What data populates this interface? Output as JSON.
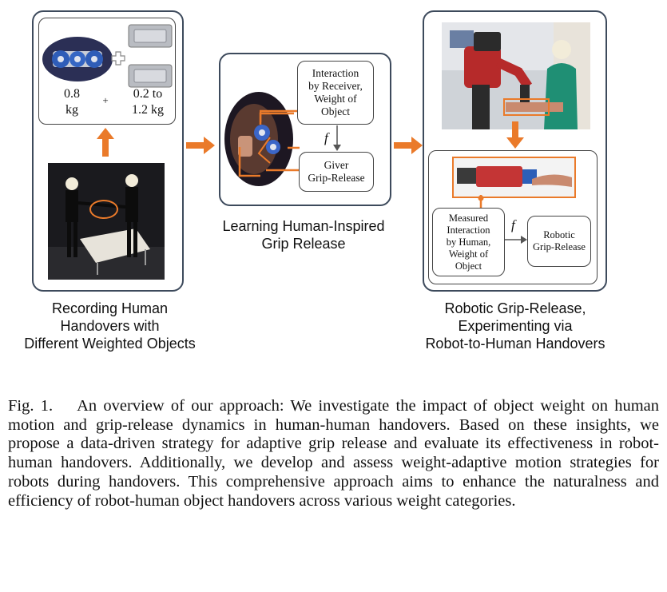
{
  "left_panel": {
    "weight_a": "0.8\nkg",
    "plus": "+",
    "weight_b": "0.2 to\n1.2 kg",
    "plus_icon": "plus-icon",
    "caption": "Recording Human\nHandovers with\nDifferent Weighted Objects"
  },
  "middle_panel": {
    "box_top": "Interaction\nby Receiver,\nWeight of\nObject",
    "function_symbol": "f",
    "box_bottom": "Giver\nGrip-Release",
    "caption": "Learning Human-Inspired\nGrip Release"
  },
  "right_panel": {
    "box_left": "Measured\nInteraction\nby Human,\nWeight of\nObject",
    "function_symbol": "f",
    "box_right": "Robotic\nGrip-Release",
    "caption": "Robotic Grip-Release,\nExperimenting via\nRobot-to-Human Handovers"
  },
  "figure_caption": {
    "label": "Fig. 1.",
    "text": "An overview of our approach: We investigate the impact of object weight on human motion and grip-release dynamics in human-human handovers. Based on these insights, we propose a data-driven strategy for adaptive grip release and evaluate its effectiveness in robot-human handovers. Additionally, we develop and assess weight-adaptive motion strategies for robots during handovers. This comprehensive approach aims to enhance the naturalness and efficiency of robot-human object handovers across various weight categories."
  },
  "colors": {
    "accent_orange": "#ea7a2a",
    "panel_border": "#3d4a5c"
  }
}
